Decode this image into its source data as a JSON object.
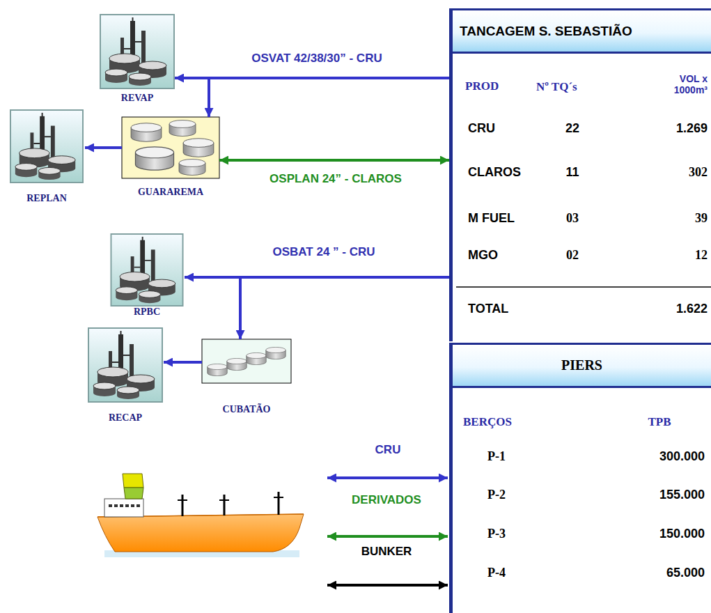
{
  "diagram": {
    "nodes": [
      {
        "text": [
          "TANCAGEM S. SEBASTIÃO"
        ]
      },
      {
        "text": [
          "REVAP"
        ]
      },
      {
        "text": [
          "REPLAN"
        ]
      },
      {
        "text": [
          "GUARAREMA"
        ]
      },
      {
        "text": [
          "RPBC"
        ]
      },
      {
        "text": [
          "RECAP"
        ]
      },
      {
        "text": [
          "CUBATÃO"
        ]
      },
      {
        "text": [
          "PIERS"
        ]
      }
    ],
    "edges": [
      {
        "from": 0,
        "to": 1,
        "arrow": "to",
        "label": "OSVAT 42/38/30” - CRU"
      },
      {
        "from": 0,
        "to": 3,
        "arrow": "to"
      },
      {
        "from": 3,
        "to": 2,
        "arrow": "to"
      },
      {
        "from": 3,
        "to": 0,
        "arrow": "both",
        "label": "OSPLAN 24” - CLAROS"
      },
      {
        "from": 0,
        "to": 4,
        "arrow": "to",
        "label": "OSBAT 24 ” - CRU"
      },
      {
        "from": 0,
        "to": 6,
        "arrow": "to"
      },
      {
        "from": 6,
        "to": 5,
        "arrow": "to"
      }
    ],
    "labels": [
      "PROD",
      "Nº TQ´s",
      "VOL x 1000m³",
      "CRU",
      "22",
      "1.269",
      "CLAROS",
      "11",
      "302",
      "M FUEL",
      "03",
      "39",
      "MGO",
      "02",
      "12",
      "TOTAL",
      "1.622",
      "BERÇOS",
      "TPB",
      "P-1",
      "300.000",
      "P-2",
      "155.000",
      "P-3",
      "150.000",
      "P-4",
      "65.000",
      "CRU",
      "DERIVADOS",
      "BUNKER"
    ]
  }
}
